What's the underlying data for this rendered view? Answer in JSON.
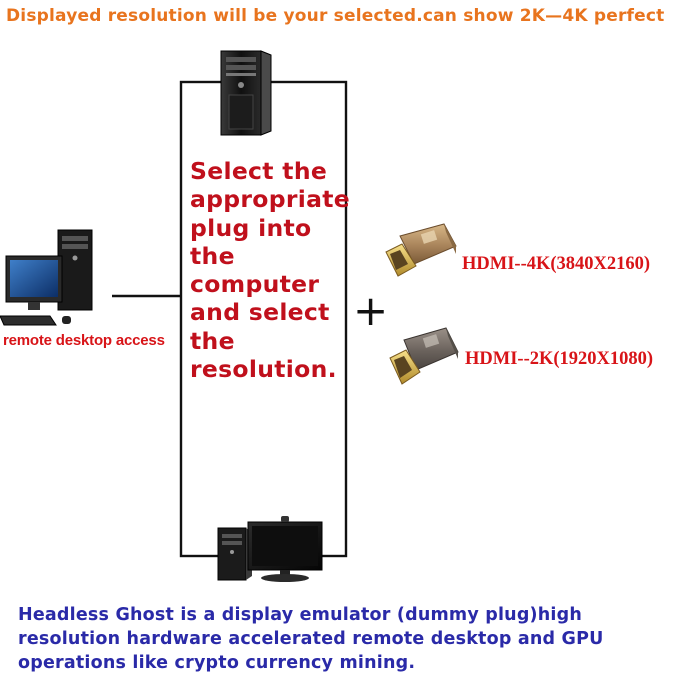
{
  "headline": {
    "text": "Displayed resolution will be your selected.can show 2K—4K perfect",
    "color": "#e8741e"
  },
  "instruction": {
    "lines": [
      "Select the",
      "appropriate",
      "plug into",
      "the",
      "computer",
      "and select",
      "the",
      "resolution."
    ],
    "color": "#c0101c"
  },
  "remote": {
    "label": "remote desktop access",
    "color": "#d81418"
  },
  "plugs": [
    {
      "label": "HDMI--4K(3840X2160)",
      "icon": "hdmi-4k-plug-icon"
    },
    {
      "label": "HDMI--2K(1920X1080)",
      "icon": "hdmi-2k-plug-icon"
    }
  ],
  "plug_label_color": "#d81418",
  "plus_symbol": "+",
  "footer": {
    "lines": [
      "Headless Ghost is a display emulator (dummy plug)high",
      "resolution hardware accelerated remote desktop and GPU",
      "operations like crypto currency mining."
    ],
    "color": "#2a2aa8"
  },
  "icons": {
    "top": "tower-pc-icon",
    "left": "desktop-workstation-icon",
    "bottom": "pc-monitor-icon"
  }
}
